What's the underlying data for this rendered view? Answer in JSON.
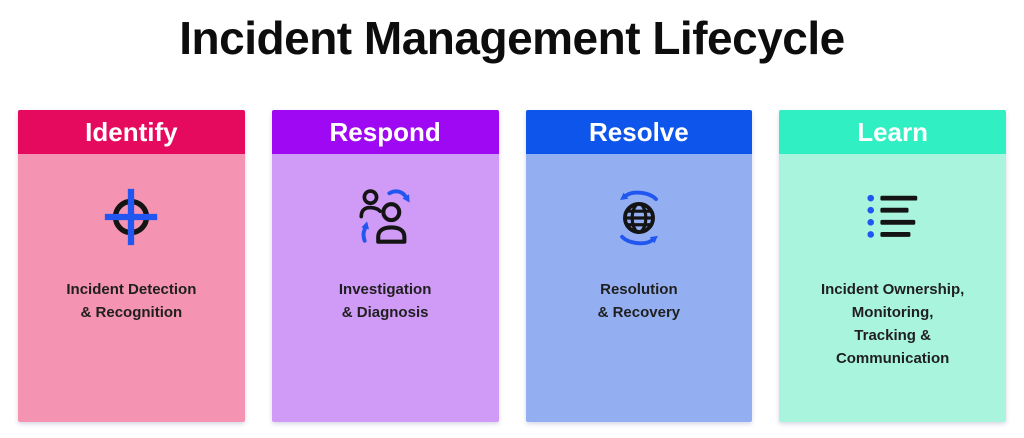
{
  "title": "Incident Management Lifecycle",
  "colors": {
    "background": "#ffffff",
    "title_text": "#0d0d0d",
    "header_text": "#ffffff",
    "body_text": "#1f1f1f",
    "icon_ink": "#141414",
    "icon_accent_blue": "#2156f0"
  },
  "stages": [
    {
      "name": "Identify",
      "header_color": "#e60a5e",
      "body_color": "#f493b2",
      "icon": "target-icon",
      "description": "Incident Detection\n& Recognition"
    },
    {
      "name": "Respond",
      "header_color": "#9e08f2",
      "body_color": "#d09af7",
      "icon": "people-handoff-icon",
      "description": "Investigation\n& Diagnosis"
    },
    {
      "name": "Resolve",
      "header_color": "#0d55eb",
      "body_color": "#93aff2",
      "icon": "globe-sync-icon",
      "description": "Resolution\n& Recovery"
    },
    {
      "name": "Learn",
      "header_color": "#2fefc3",
      "body_color": "#a9f4dc",
      "icon": "bulleted-list-icon",
      "description": "Incident Ownership,\nMonitoring,\nTracking &\nCommunication"
    }
  ]
}
